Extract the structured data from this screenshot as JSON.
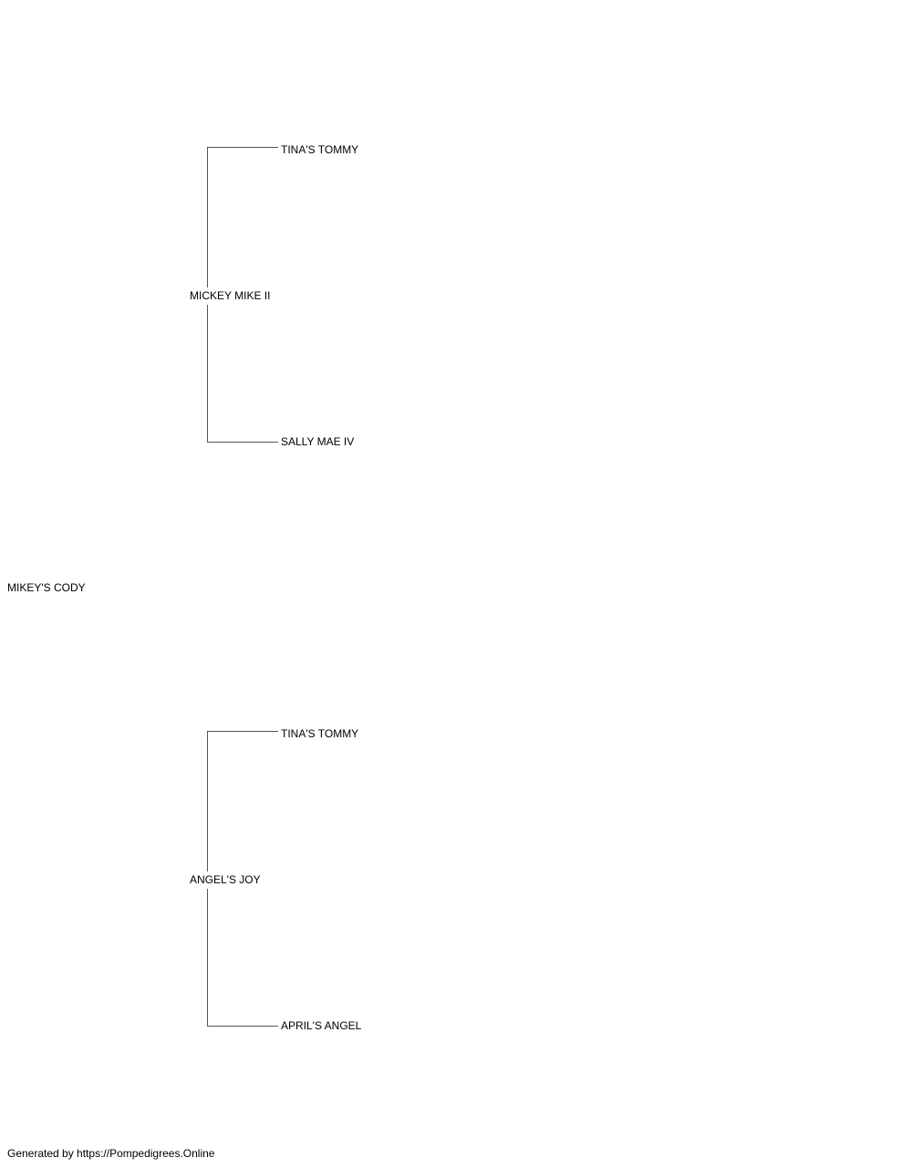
{
  "pedigree": {
    "subject": "MIKEY'S CODY",
    "sire": {
      "name": "MICKEY MIKE II",
      "sire": "TINA'S TOMMY",
      "dam": "SALLY MAE IV"
    },
    "dam": {
      "name": "ANGEL'S JOY",
      "sire": "TINA'S TOMMY",
      "dam": "APRIL'S ANGEL"
    }
  },
  "footer": {
    "text": "Generated by https://Pompedigrees.Online"
  },
  "colors": {
    "line": "#555555",
    "text": "#000000",
    "background": "#ffffff"
  }
}
